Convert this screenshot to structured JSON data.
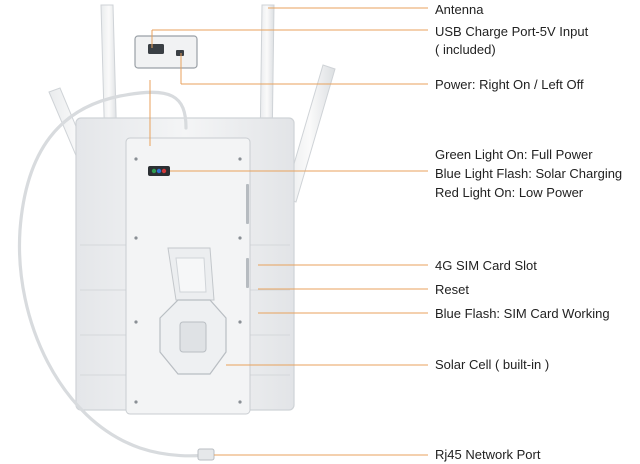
{
  "labels": {
    "antenna": "Antenna",
    "usb_line1": "USB Charge Port-5V Input",
    "usb_line2": "( included)",
    "power": "Power: Right On / Left Off",
    "green": "Green Light On: Full Power",
    "blue": "Blue Light Flash: Solar Charging",
    "red": "Red Light On: Low Power",
    "sim_slot": "4G SIM Card Slot",
    "reset": "Reset",
    "blue_flash": "Blue Flash: SIM Card Working",
    "solar": "Solar Cell ( built-in )",
    "rj45": "Rj45 Network Port"
  },
  "colors": {
    "leader_line": "#e8a25c",
    "device_body": "#eef0f2",
    "device_edge": "#cfd3d7",
    "led_green": "#2e9b4f",
    "led_blue": "#2f6fd0",
    "led_red": "#d03a3a"
  }
}
